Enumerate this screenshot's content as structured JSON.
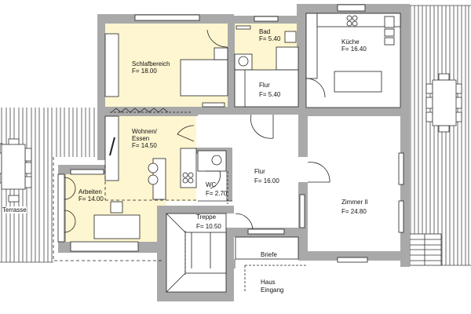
{
  "colors": {
    "wall": "#a9a9a9",
    "highlight_room": "#fdf6d0",
    "line": "#222222",
    "background": "#ffffff"
  },
  "rooms": [
    {
      "id": "schlafbereich",
      "name": "Schlafbereich",
      "area": "F= 18.00"
    },
    {
      "id": "bad",
      "name": "Bad",
      "area": "F= 5.40"
    },
    {
      "id": "kueche",
      "name": "Küche",
      "area": "F= 16.40"
    },
    {
      "id": "flur-oben",
      "name": "Flur",
      "area": "F= 5.40"
    },
    {
      "id": "wohnen-essen",
      "name": "Wohnen/",
      "name2": "Essen",
      "area": "F= 14.50"
    },
    {
      "id": "flur",
      "name": "Flur",
      "area": "F= 16.00"
    },
    {
      "id": "wc",
      "name": "WC",
      "area": "F= 2.70"
    },
    {
      "id": "arbeiten",
      "name": "Arbeiten",
      "area": "F= 14.00"
    },
    {
      "id": "treppe",
      "name": "Treppe",
      "area": "F= 10.50"
    },
    {
      "id": "zimmer-ii",
      "name": "Zimmer II",
      "area": "F= 24.80"
    },
    {
      "id": "briefe",
      "name": "Briefe"
    },
    {
      "id": "haus-eingang",
      "name": "Haus",
      "name2": "Eingang"
    }
  ],
  "outdoor": {
    "terrace_left_label": "Terrasse"
  }
}
